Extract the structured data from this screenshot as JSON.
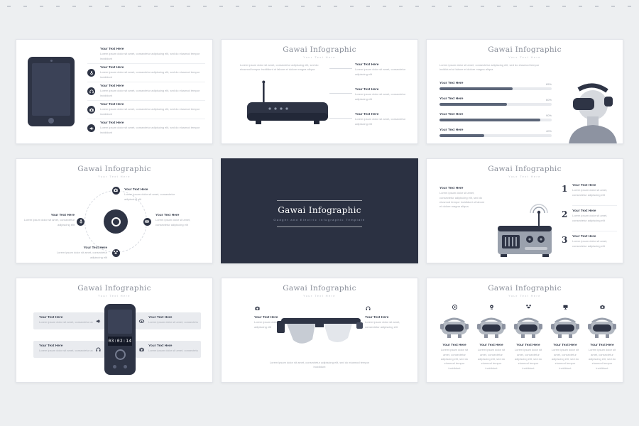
{
  "page": {
    "background": "#edeff1",
    "accent_dark": "#2e3445",
    "accent_slate": "#5b6578",
    "card_background": "#ffffff"
  },
  "common": {
    "slide_title": "Gawai Infographic",
    "slide_subtitle": "Your Text Here",
    "item_title": "Your Text Here",
    "lorem_short": "Lorem ipsum dolor sit amet, consectetur adipiscing elit",
    "lorem_medium": "Lorem ipsum dolor sit amet, consectetur adipiscing elit, sed do eiusmod tempor incididunt",
    "lorem_long": "Lorem ipsum dolor sit amet, consectetur adipiscing elit, sed do eiusmod tempor incididunt ut labore et dolore magna aliqua"
  },
  "slide_cover": {
    "title": "Gawai Infographic",
    "subtitle": "Gadget and Electric Infographic Template"
  },
  "slide_progress": {
    "bars": [
      {
        "label": "Your Text Here",
        "value": "65%",
        "width": "65%"
      },
      {
        "label": "Your Text Here",
        "value": "60%",
        "width": "60%"
      },
      {
        "label": "Your Text Here",
        "value": "90%",
        "width": "90%"
      },
      {
        "label": "Your Text Here",
        "value": "40%",
        "width": "40%"
      }
    ]
  },
  "slide_steps": {
    "steps": [
      {
        "num": "1"
      },
      {
        "num": "2"
      },
      {
        "num": "3"
      }
    ]
  },
  "slide_recorder": {
    "display": "03:02:14"
  },
  "icons": {
    "tablet_slide": [
      "microphone",
      "headphones",
      "camera",
      "speaker"
    ],
    "hub_slide": [
      "camera",
      "microphone",
      "vr-headset",
      "drone"
    ],
    "recorder_slide": [
      "speaker",
      "headphones",
      "eye",
      "camera"
    ],
    "glasses_slide": [
      "camera",
      "headphones"
    ],
    "devices_slide": [
      "aperture",
      "webcam",
      "drone",
      "monitor",
      "camera"
    ]
  }
}
